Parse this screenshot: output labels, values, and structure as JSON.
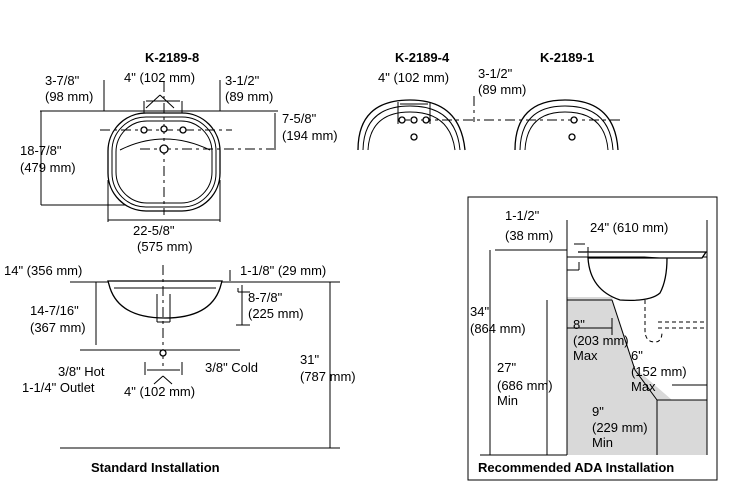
{
  "top_view": {
    "model_8": "K-2189-8",
    "left_offset": [
      "3-7/8\"",
      "(98 mm)"
    ],
    "spread": "4\" (102 mm)",
    "right_offset": [
      "3-1/2\"",
      "(89 mm)"
    ],
    "drain_offset": [
      "7-5/8\"",
      "(194 mm)"
    ],
    "depth": [
      "18-7/8\"",
      "(479 mm)"
    ],
    "width": [
      "22-5/8\"",
      "(575 mm)"
    ],
    "model_4": "K-2189-4",
    "model_1": "K-2189-1",
    "spread_4": "4\" (102 mm)",
    "offset_4": [
      "3-1/2\"",
      "(89 mm)"
    ]
  },
  "standard": {
    "title": "Standard Installation",
    "width": "14\" (356 mm)",
    "rim": "1-1/8\" (29 mm)",
    "bowl_height": [
      "14-7/16\"",
      "(367 mm)"
    ],
    "drain_depth": [
      "8-7/8\"",
      "(225 mm)"
    ],
    "hot": "3/8\" Hot",
    "outlet": "1-1/4\" Outlet",
    "supply_spread": "4\" (102 mm)",
    "cold": "3/8\" Cold",
    "floor_height": [
      "31\"",
      "(787 mm)"
    ]
  },
  "ada": {
    "title": "Recommended ADA Installation",
    "setback": [
      "1-1/2\"",
      "(38 mm)"
    ],
    "depth": "24\" (610 mm)",
    "height": [
      "34\"",
      "(864 mm)"
    ],
    "knee": [
      "8\"",
      "(203 mm)",
      "Max"
    ],
    "knee_height": [
      "27\"",
      "(686 mm)",
      "Min"
    ],
    "toe": [
      "6\"",
      "(152 mm)",
      "Max"
    ],
    "toe_height": [
      "9\"",
      "(229 mm)",
      "Min"
    ]
  }
}
